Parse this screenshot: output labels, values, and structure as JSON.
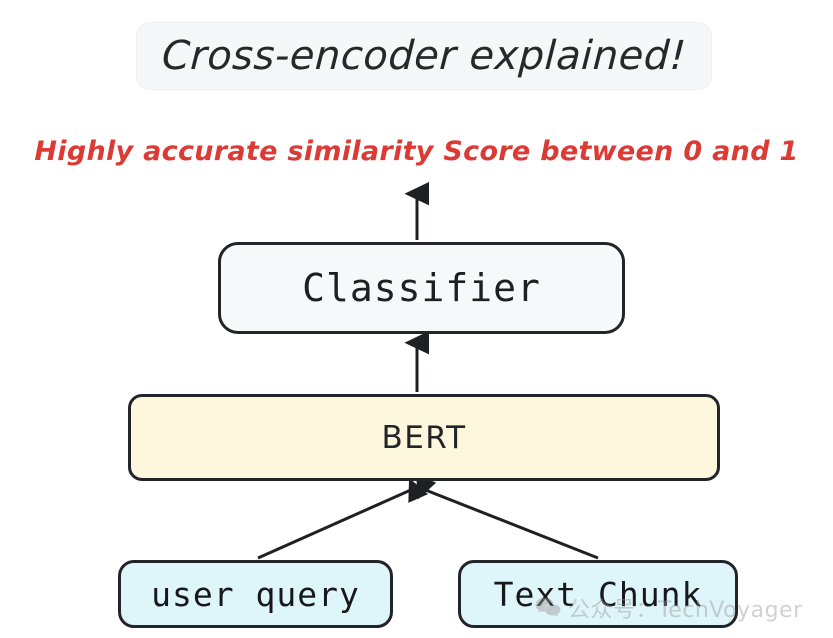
{
  "title": {
    "text": "Cross-encoder explained!"
  },
  "caption": {
    "text": "Highly accurate similarity Score between 0 and 1",
    "color": "#dc3a35"
  },
  "diagram": {
    "type": "flowchart",
    "direction": "bottom-up",
    "nodes": [
      {
        "id": "classifier",
        "label": "Classifier",
        "fill": "#f7f8fa",
        "border": "#22242a"
      },
      {
        "id": "bert",
        "label": "BERT",
        "fill": "#fdf8dd",
        "border": "#22242a"
      },
      {
        "id": "user_query",
        "label": "user query",
        "fill": "#def5f9",
        "border": "#22242a"
      },
      {
        "id": "text_chunk",
        "label": "Text Chunk",
        "fill": "#def5f9",
        "border": "#22242a"
      }
    ],
    "edges": [
      {
        "from": "user_query",
        "to": "bert",
        "style": "arrow"
      },
      {
        "from": "text_chunk",
        "to": "bert",
        "style": "arrow"
      },
      {
        "from": "bert",
        "to": "classifier",
        "style": "arrow"
      },
      {
        "from": "classifier",
        "to": "caption",
        "style": "arrow"
      }
    ],
    "arrow_color": "#1e2024"
  },
  "watermark": {
    "text": "公众号：TechVoyager",
    "icon": "wechat-icon",
    "color": "#9a9a9a"
  }
}
